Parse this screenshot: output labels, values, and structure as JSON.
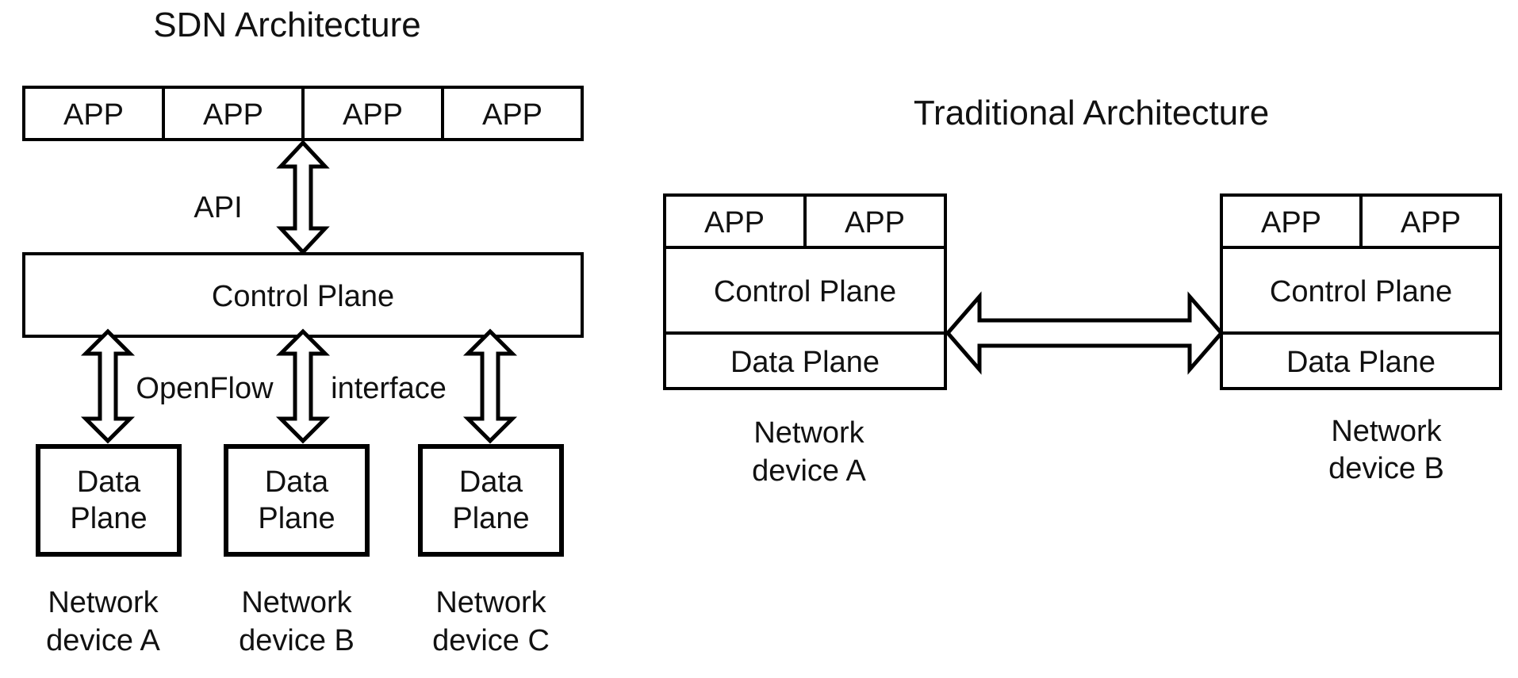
{
  "sdn": {
    "title": "SDN Architecture",
    "apps": [
      "APP",
      "APP",
      "APP",
      "APP"
    ],
    "api_label": "API",
    "control_plane": "Control Plane",
    "openflow_label": "OpenFlow",
    "interface_label": "interface",
    "devices": [
      {
        "plane_line1": "Data",
        "plane_line2": "Plane",
        "name_line1": "Network",
        "name_line2": "device A"
      },
      {
        "plane_line1": "Data",
        "plane_line2": "Plane",
        "name_line1": "Network",
        "name_line2": "device B"
      },
      {
        "plane_line1": "Data",
        "plane_line2": "Plane",
        "name_line1": "Network",
        "name_line2": "device C"
      }
    ]
  },
  "traditional": {
    "title": "Traditional Architecture",
    "devices": [
      {
        "apps": [
          "APP",
          "APP"
        ],
        "control_plane": "Control Plane",
        "data_plane": "Data Plane",
        "name_line1": "Network",
        "name_line2": "device A"
      },
      {
        "apps": [
          "APP",
          "APP"
        ],
        "control_plane": "Control Plane",
        "data_plane": "Data Plane",
        "name_line1": "Network",
        "name_line2": "device B"
      }
    ]
  },
  "colors": {
    "stroke": "#000000",
    "fill": "#ffffff",
    "text": "#111111"
  }
}
